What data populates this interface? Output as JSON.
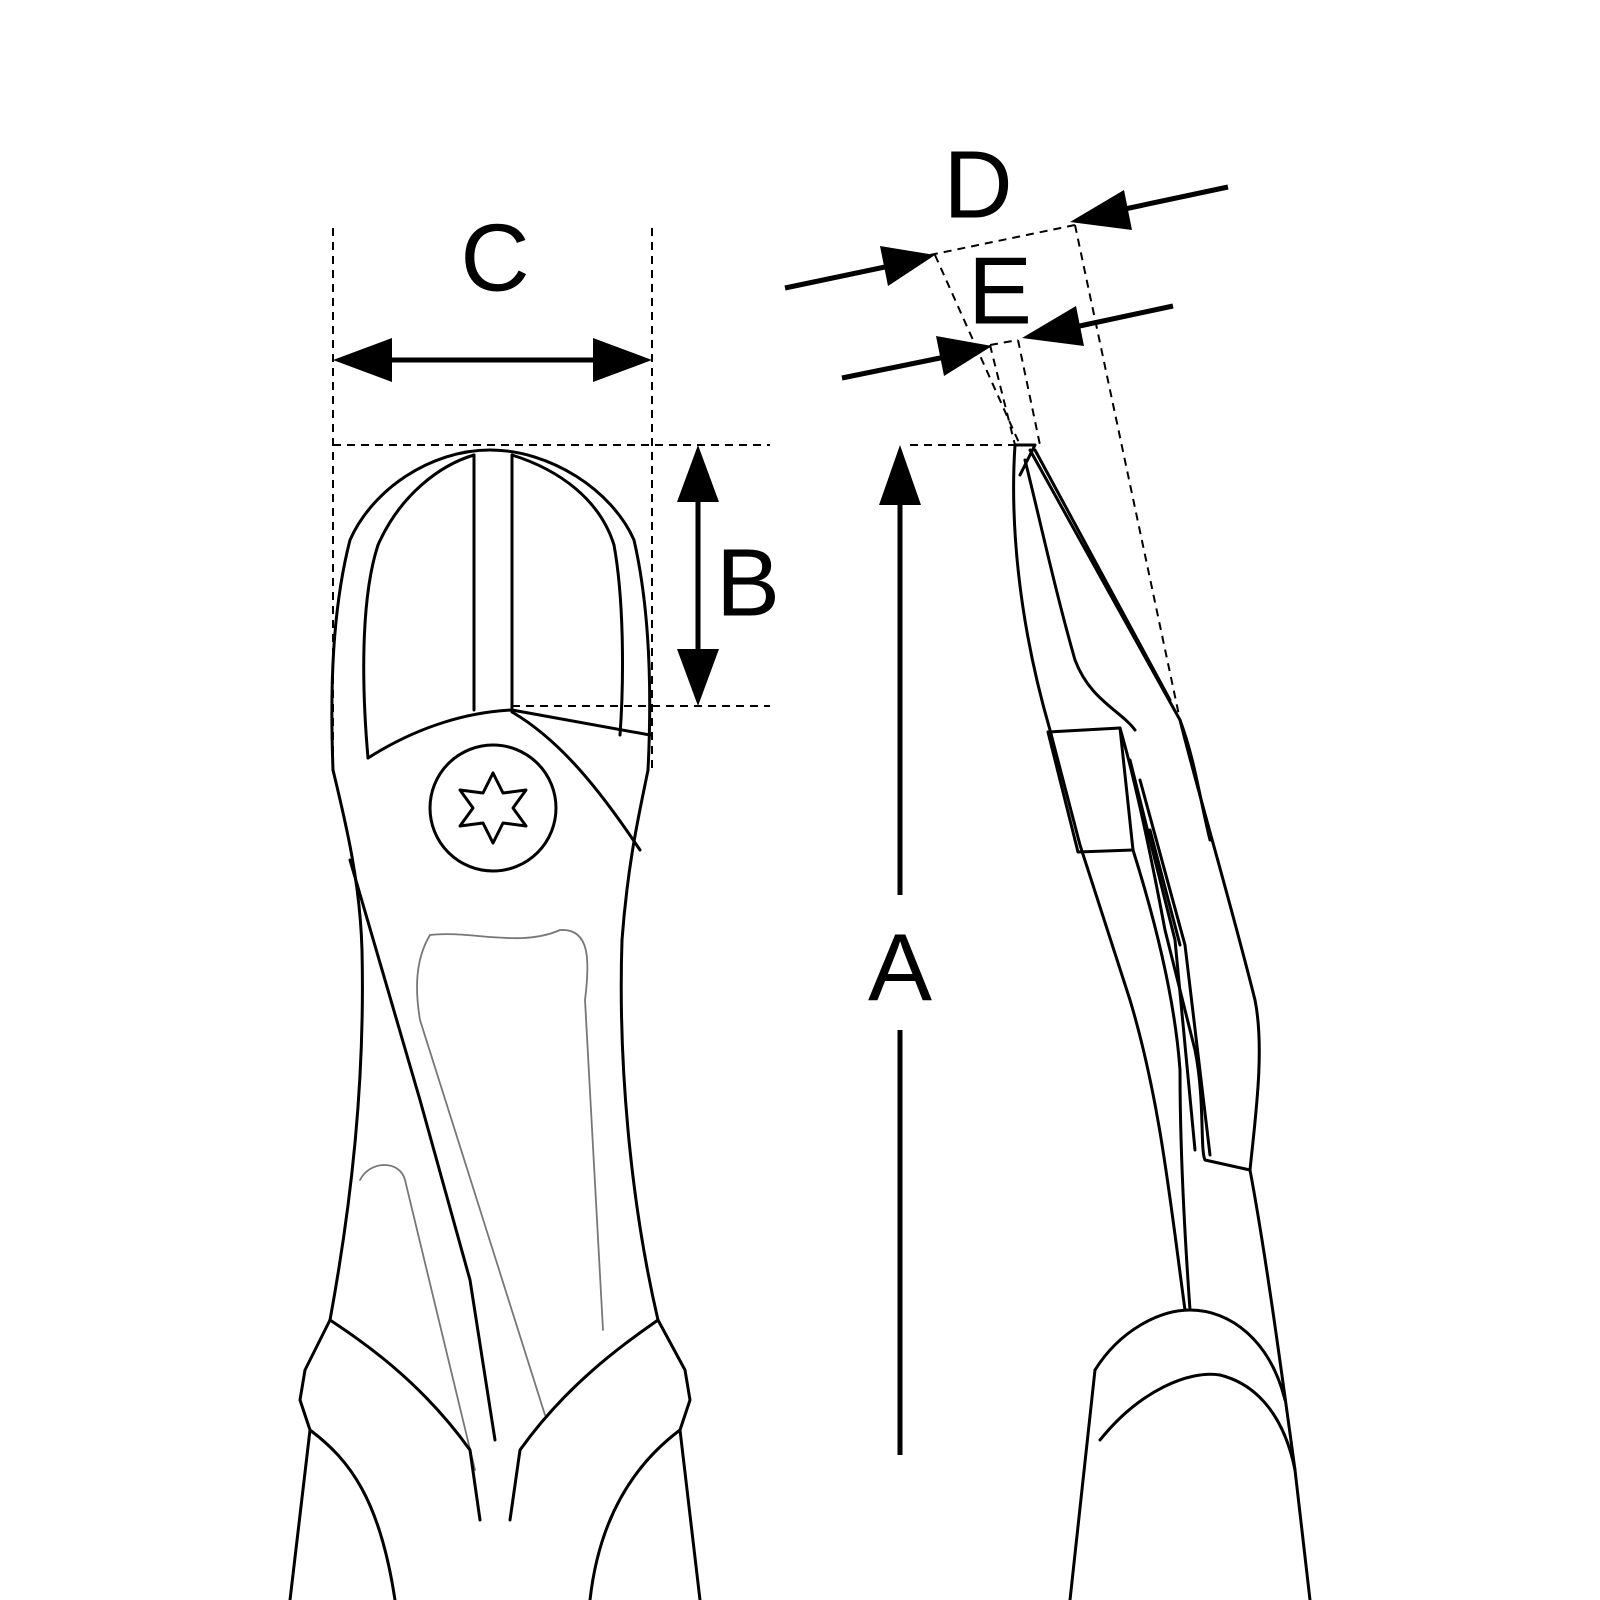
{
  "dimensions": {
    "A": "A",
    "B": "B",
    "C": "C",
    "D": "D",
    "E": "E"
  },
  "colors": {
    "line": "#000000",
    "thin_line": "#777777",
    "background": "#ffffff"
  }
}
